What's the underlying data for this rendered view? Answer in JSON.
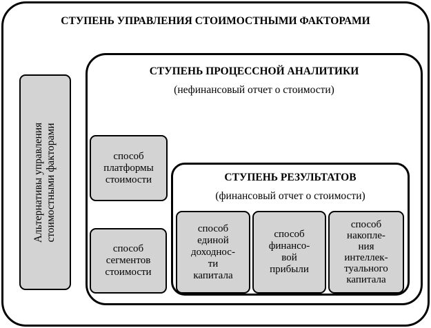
{
  "outer": {
    "title": "СТУПЕНЬ УПРАВЛЕНИЯ СТОИМОСТНЫМИ ФАКТОРАМИ"
  },
  "alternatives": {
    "line1": "Альтернативы управления",
    "line2": "стоимостными факторами"
  },
  "process": {
    "title": "СТУПЕНЬ ПРОЦЕССНОЙ АНАЛИТИКИ",
    "subtitle": "(нефинансовый отчет о стоимости)",
    "methods": [
      {
        "lines": [
          "способ",
          "платформы",
          "стоимости"
        ]
      },
      {
        "lines": [
          "способ",
          "сегментов",
          "стоимости"
        ]
      }
    ]
  },
  "results": {
    "title": "СТУПЕНЬ РЕЗУЛЬТАТОВ",
    "subtitle": "(финансовый отчет о стоимости)",
    "methods": [
      {
        "lines": [
          "способ",
          "единой",
          "доходнос-",
          "ти",
          "капитала"
        ]
      },
      {
        "lines": [
          "способ",
          "финансо-",
          "вой",
          "прибыли"
        ]
      },
      {
        "lines": [
          "способ",
          "накопле-",
          "ния",
          "интеллек-",
          "туального",
          "капитала"
        ]
      }
    ]
  }
}
